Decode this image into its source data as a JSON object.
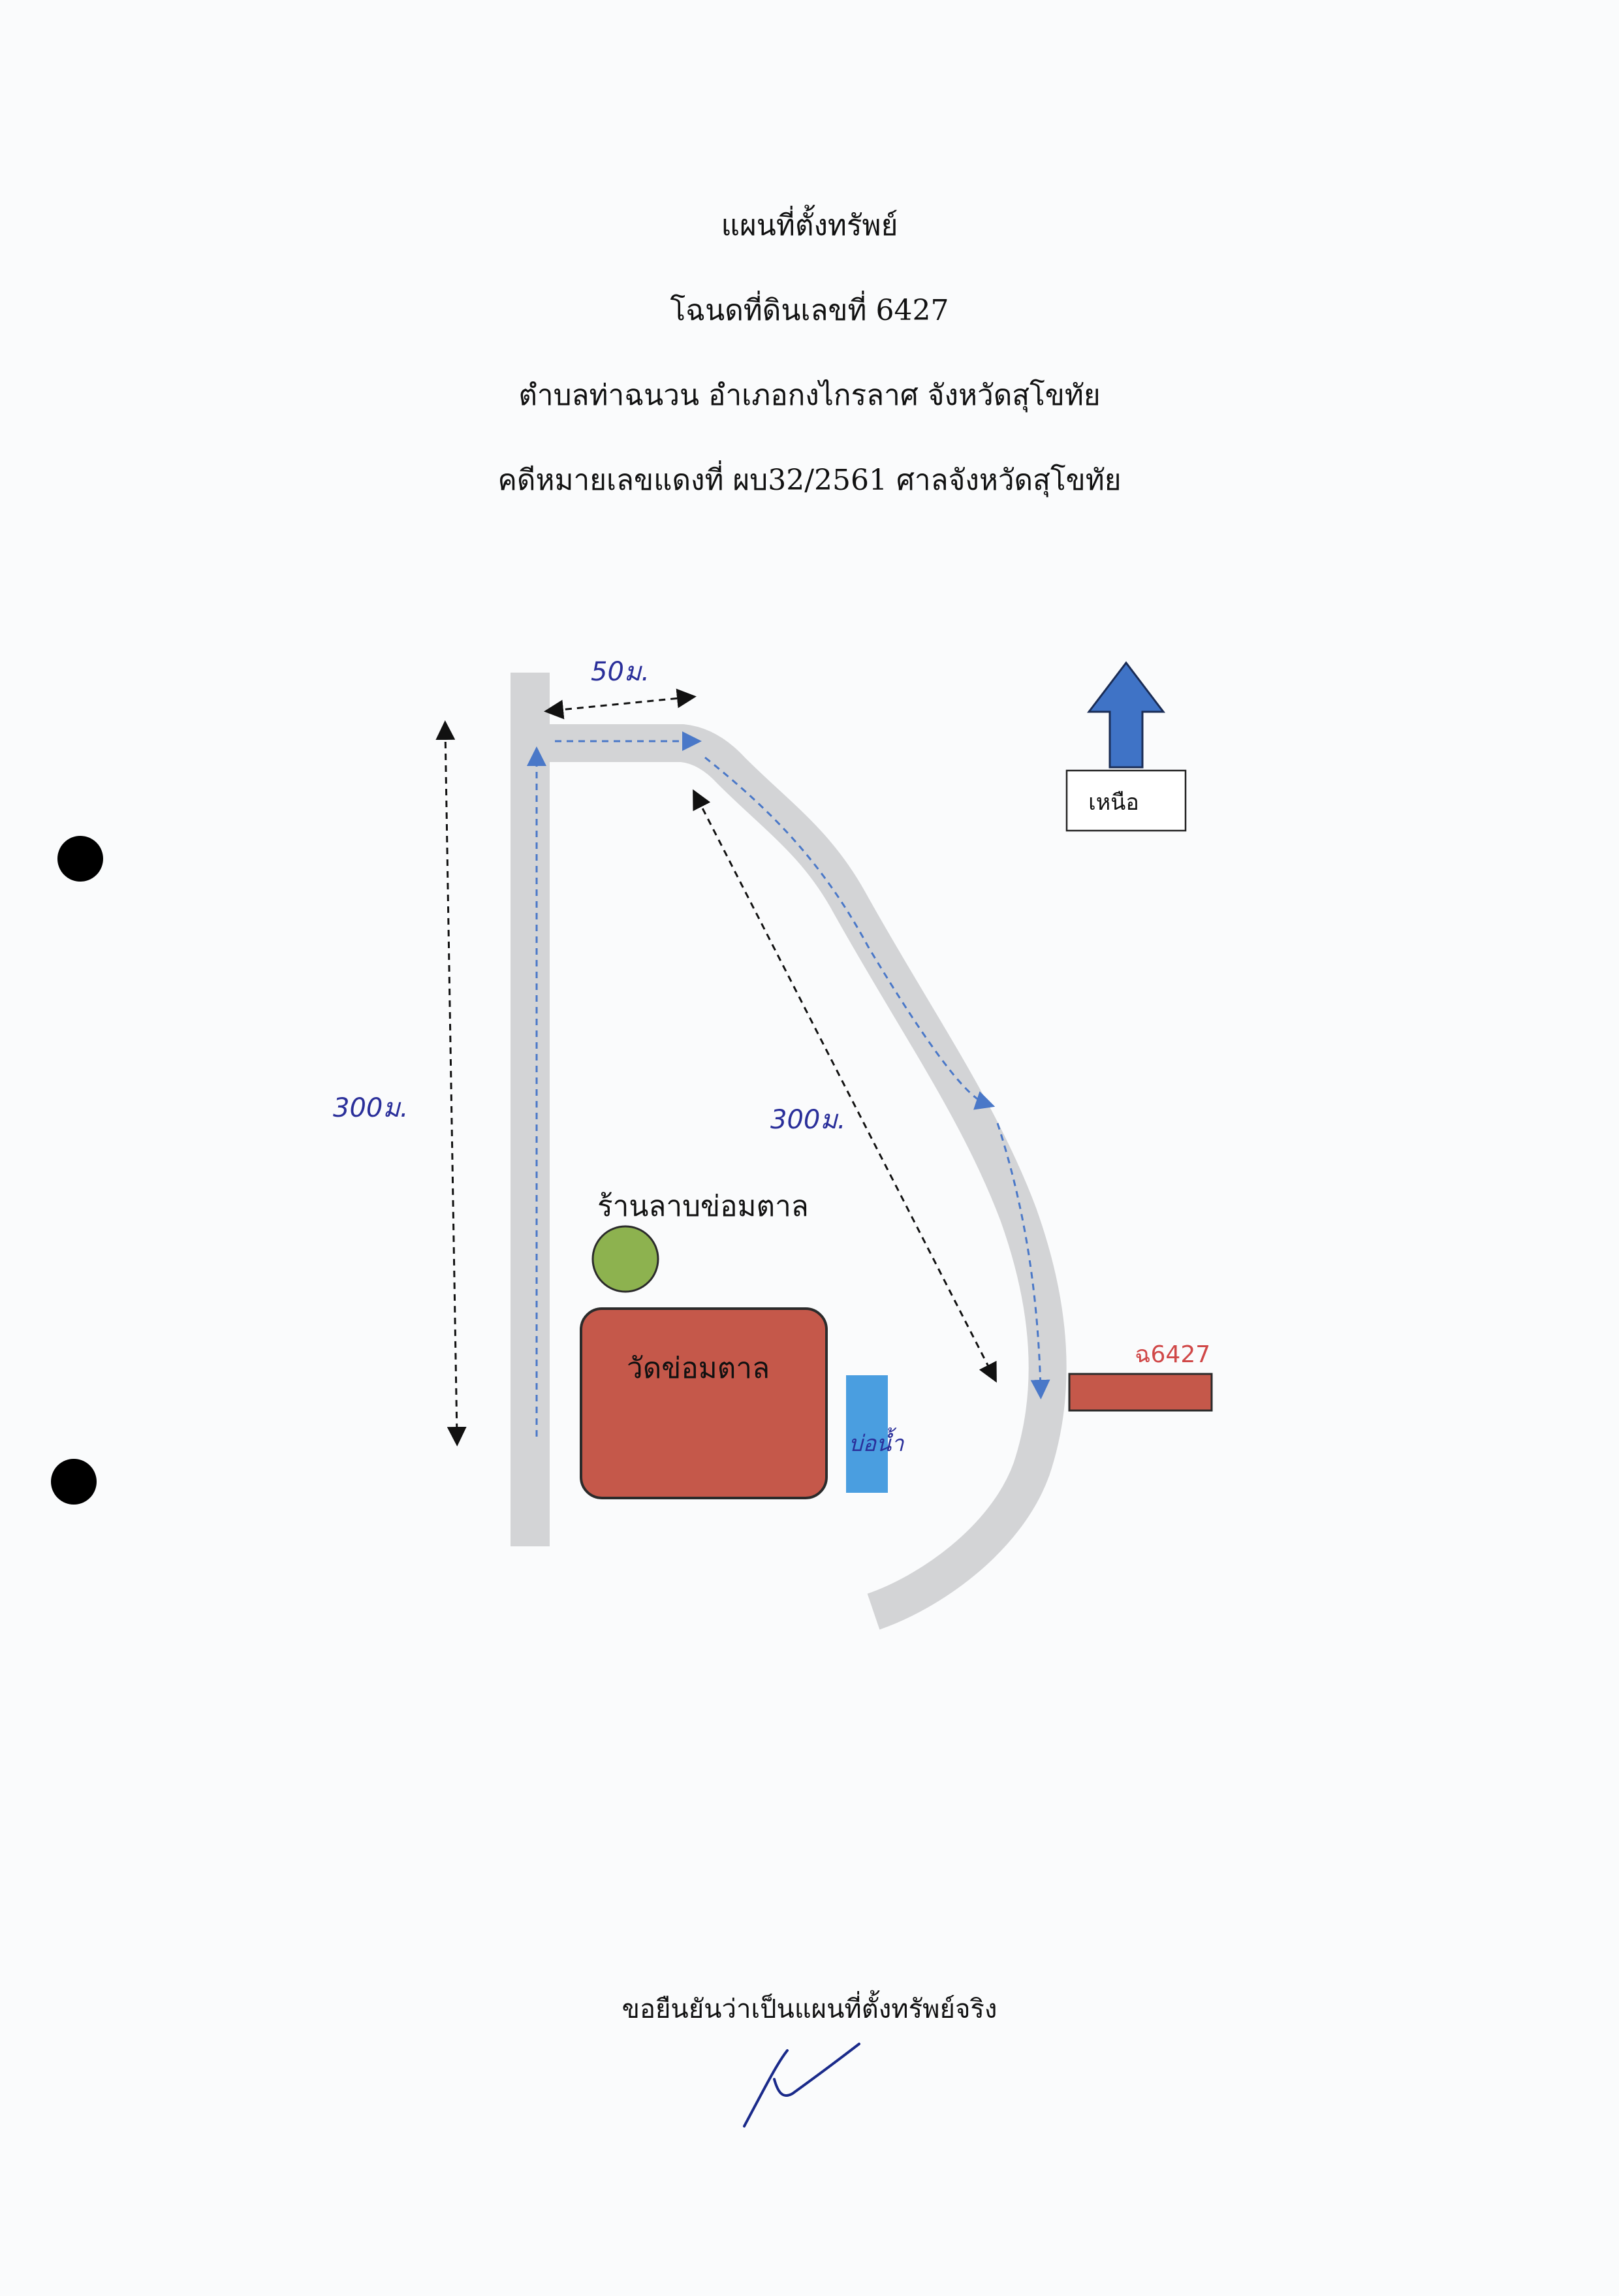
{
  "header": {
    "title": "แผนที่ตั้งทรัพย์",
    "deed": "โฉนดที่ดินเลขที่ 6427",
    "location": "ตำบลท่าฉนวน อำเภอกงไกรลาศ จังหวัดสุโขทัย",
    "case": "คดีหมายเลขแดงที่ ผบ32/2561 ศาลจังหวัดสุโขทัย"
  },
  "map": {
    "north_label": "เหนือ",
    "shop_label": "ร้านลาบข่อมตาล",
    "temple_label": "วัดข่อมตาล",
    "pond_label": "บ่อน้ำ",
    "plot_label": "ฉ6427",
    "dist_top": "50ม.",
    "dist_left": "300ม.",
    "dist_diag": "300ม.",
    "colors": {
      "road": "#d3d4d6",
      "route_arrow": "#4a78c8",
      "temple": "#c5584a",
      "shop": "#8db24f",
      "pond": "#4a9ee0",
      "plot": "#c5584a",
      "plot_label": "#d04848",
      "north_arrow": "#3f73c6",
      "handwriting": "#2a2f9a"
    }
  },
  "footer": {
    "certify": "ขอยืนยันว่าเป็นแผนที่ตั้งทรัพย์จริง"
  }
}
